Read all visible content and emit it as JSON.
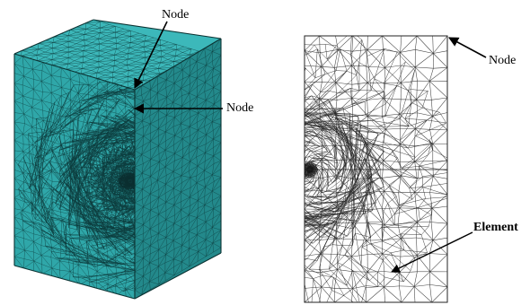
{
  "labels": {
    "node_top": "Node",
    "node_mid": "Node",
    "node_right": "Node",
    "element": "Element"
  },
  "colors": {
    "mesh_fill_front": "#2fa7a9",
    "mesh_fill_top": "#3cb8ba",
    "mesh_fill_side": "#23898b",
    "mesh_line_dark": "#0d3c3d",
    "plate_line": "#2a2a2a",
    "plate_fill": "#ffffff"
  }
}
